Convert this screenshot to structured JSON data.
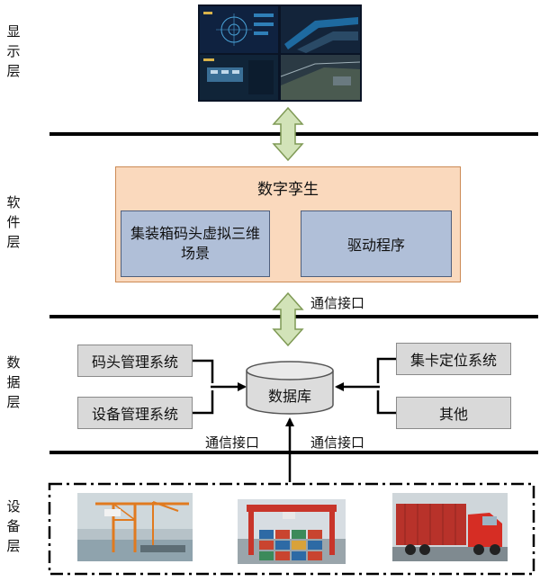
{
  "layers": {
    "display": "显示层",
    "software": "软件层",
    "data": "数据层",
    "device": "设备层"
  },
  "software": {
    "title": "数字孪生",
    "virtual_scene": "集装箱码头虚拟三维场景",
    "driver": "驱动程序"
  },
  "data_layer": {
    "terminal_mgmt": "码头管理系统",
    "equipment_mgmt": "设备管理系统",
    "database": "数据库",
    "truck_positioning": "集卡定位系统",
    "other": "其他"
  },
  "captions": {
    "comm_upper": "通信接口",
    "comm_lower_left": "通信接口",
    "comm_lower_right": "通信接口"
  },
  "colors": {
    "software_fill": "#fad9bd",
    "software_border": "#cc8a55",
    "blue_box": "#b0bfd8",
    "gray_box": "#d9d9d9",
    "arrow_fill": "#d2e3b8",
    "arrow_border": "#7f9a55"
  }
}
